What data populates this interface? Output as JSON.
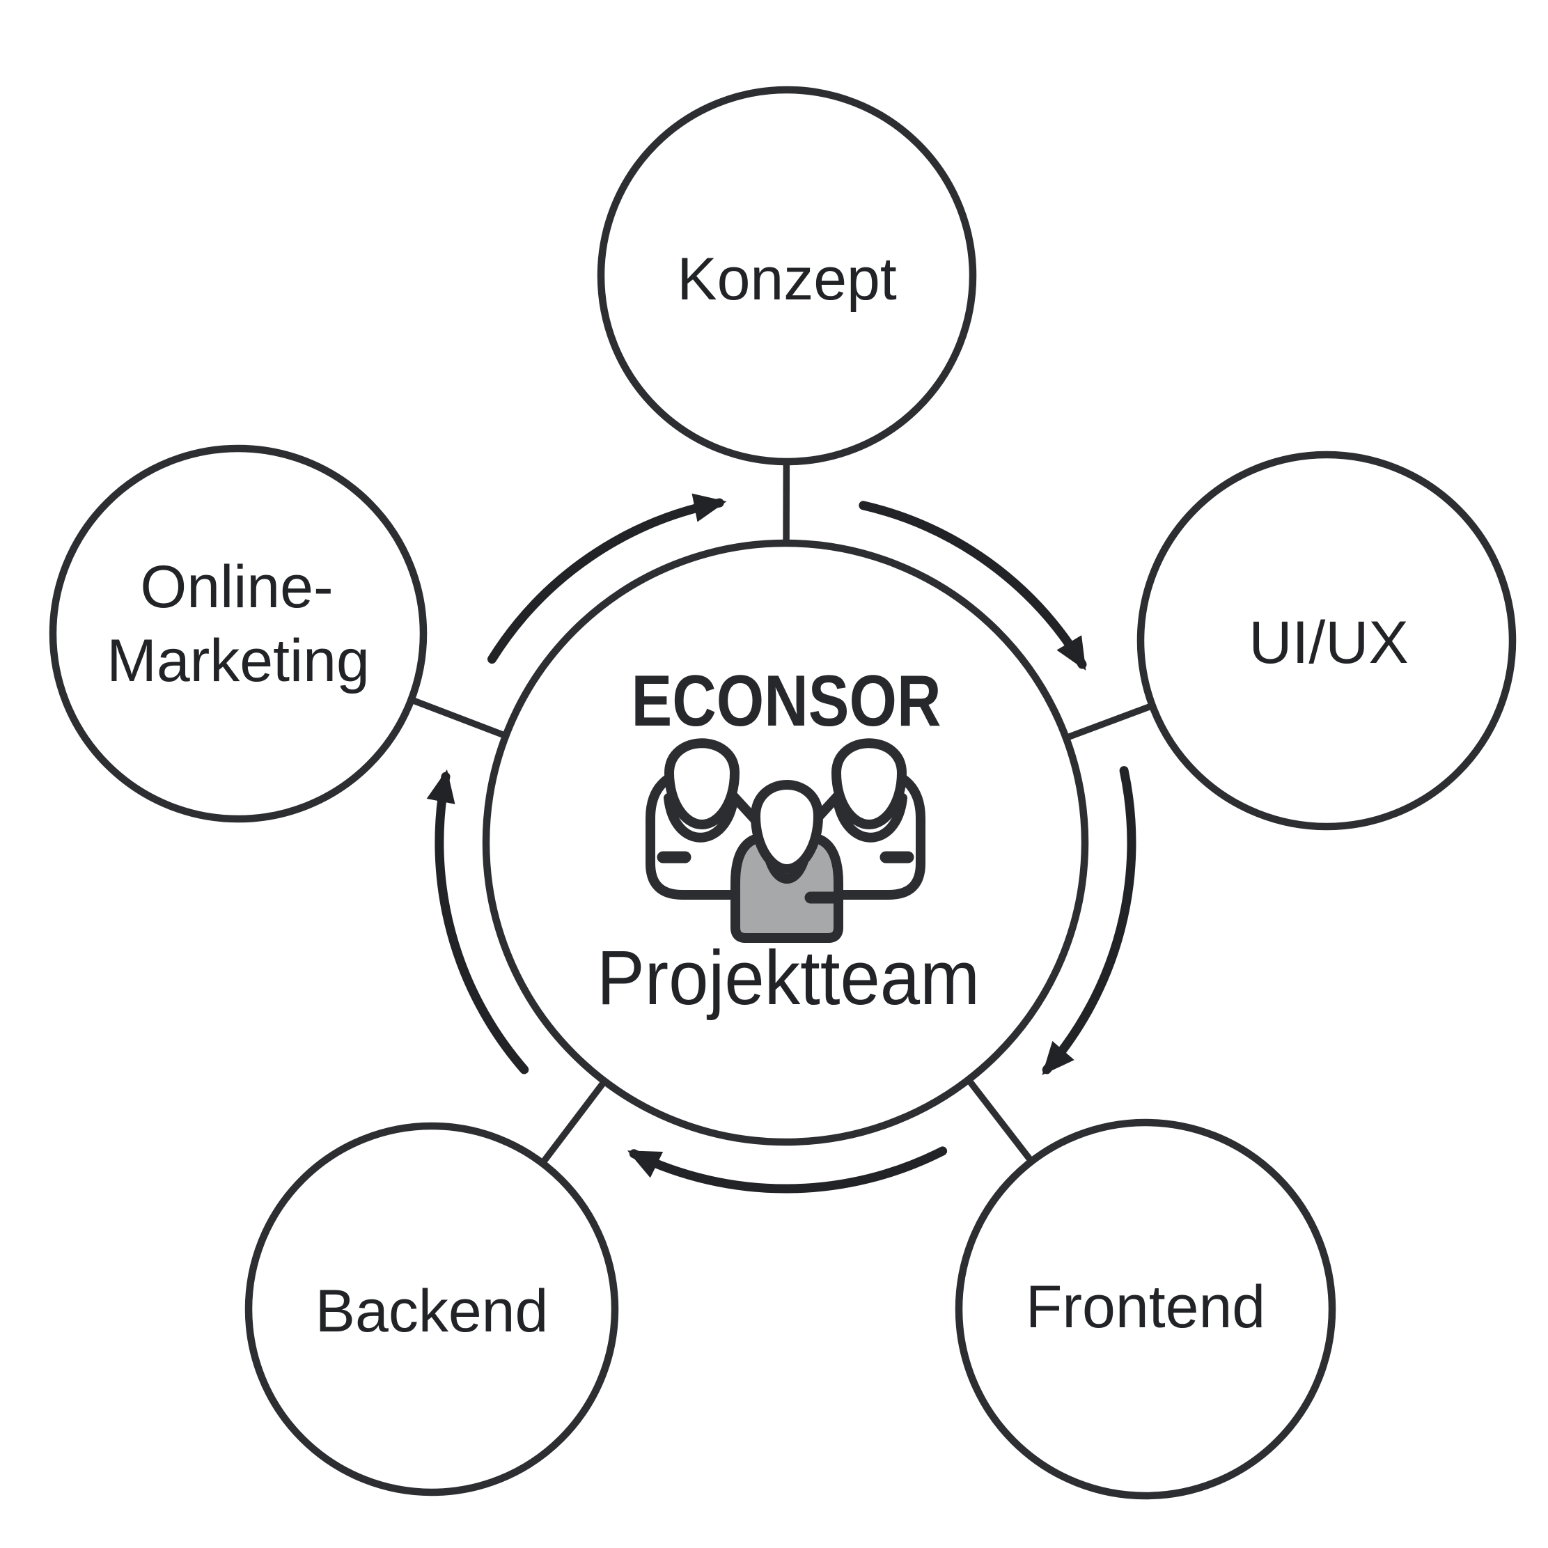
{
  "diagram": {
    "type": "team-structure-cycle",
    "flow_direction": "clockwise",
    "center": {
      "title": "ECONSOR",
      "subtitle": "Projektteam",
      "icon": "team-people-icon"
    },
    "nodes": {
      "konzept": {
        "label": "Konzept",
        "position": "top"
      },
      "ui_ux": {
        "label": "UI/UX",
        "position": "upper-right"
      },
      "frontend": {
        "label": "Frontend",
        "position": "lower-right"
      },
      "backend": {
        "label": "Backend",
        "position": "lower-left"
      },
      "online_marketing": {
        "line1": "Online-",
        "line2": "Marketing",
        "position": "upper-left"
      }
    },
    "colors": {
      "ink": "#2c2e31",
      "text": "#222327",
      "shirt_fill": "#a6a8a9",
      "background": "#ffffff"
    }
  }
}
